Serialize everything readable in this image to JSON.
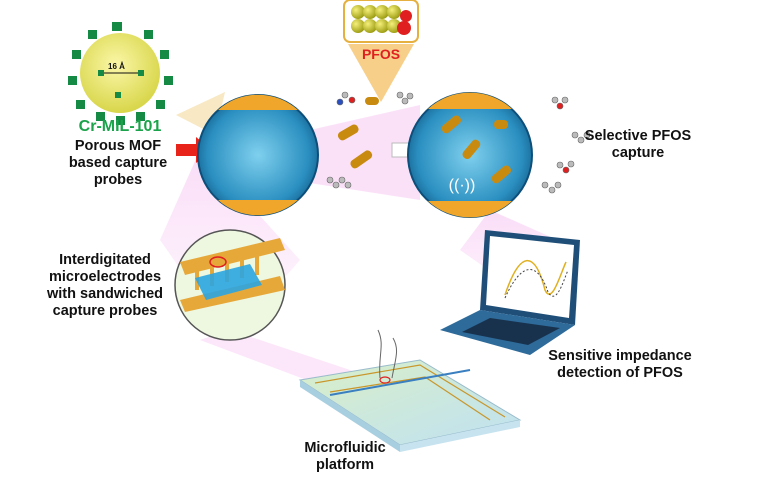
{
  "labels": {
    "mof_name": "Cr-MIL-101",
    "pore_size": "16 Å",
    "analyte": "PFOS",
    "mof_probe": [
      "Porous MOF",
      "based capture",
      "probes"
    ],
    "capture": [
      "Selective PFOS",
      "capture"
    ],
    "electrodes": [
      "Interdigitated",
      "microelectrodes",
      "with sandwiched",
      "capture probes"
    ],
    "detection": [
      "Sensitive impedance",
      "detection of PFOS"
    ],
    "platform": [
      "Microfluidic",
      "platform"
    ]
  },
  "colors": {
    "mof_green": "#1aa34a",
    "beam_pink": "#f3b6f0",
    "pore_blue": "#2a8fc0",
    "electrode_gold": "#e7a83a",
    "arrow_red": "#e8241a"
  }
}
